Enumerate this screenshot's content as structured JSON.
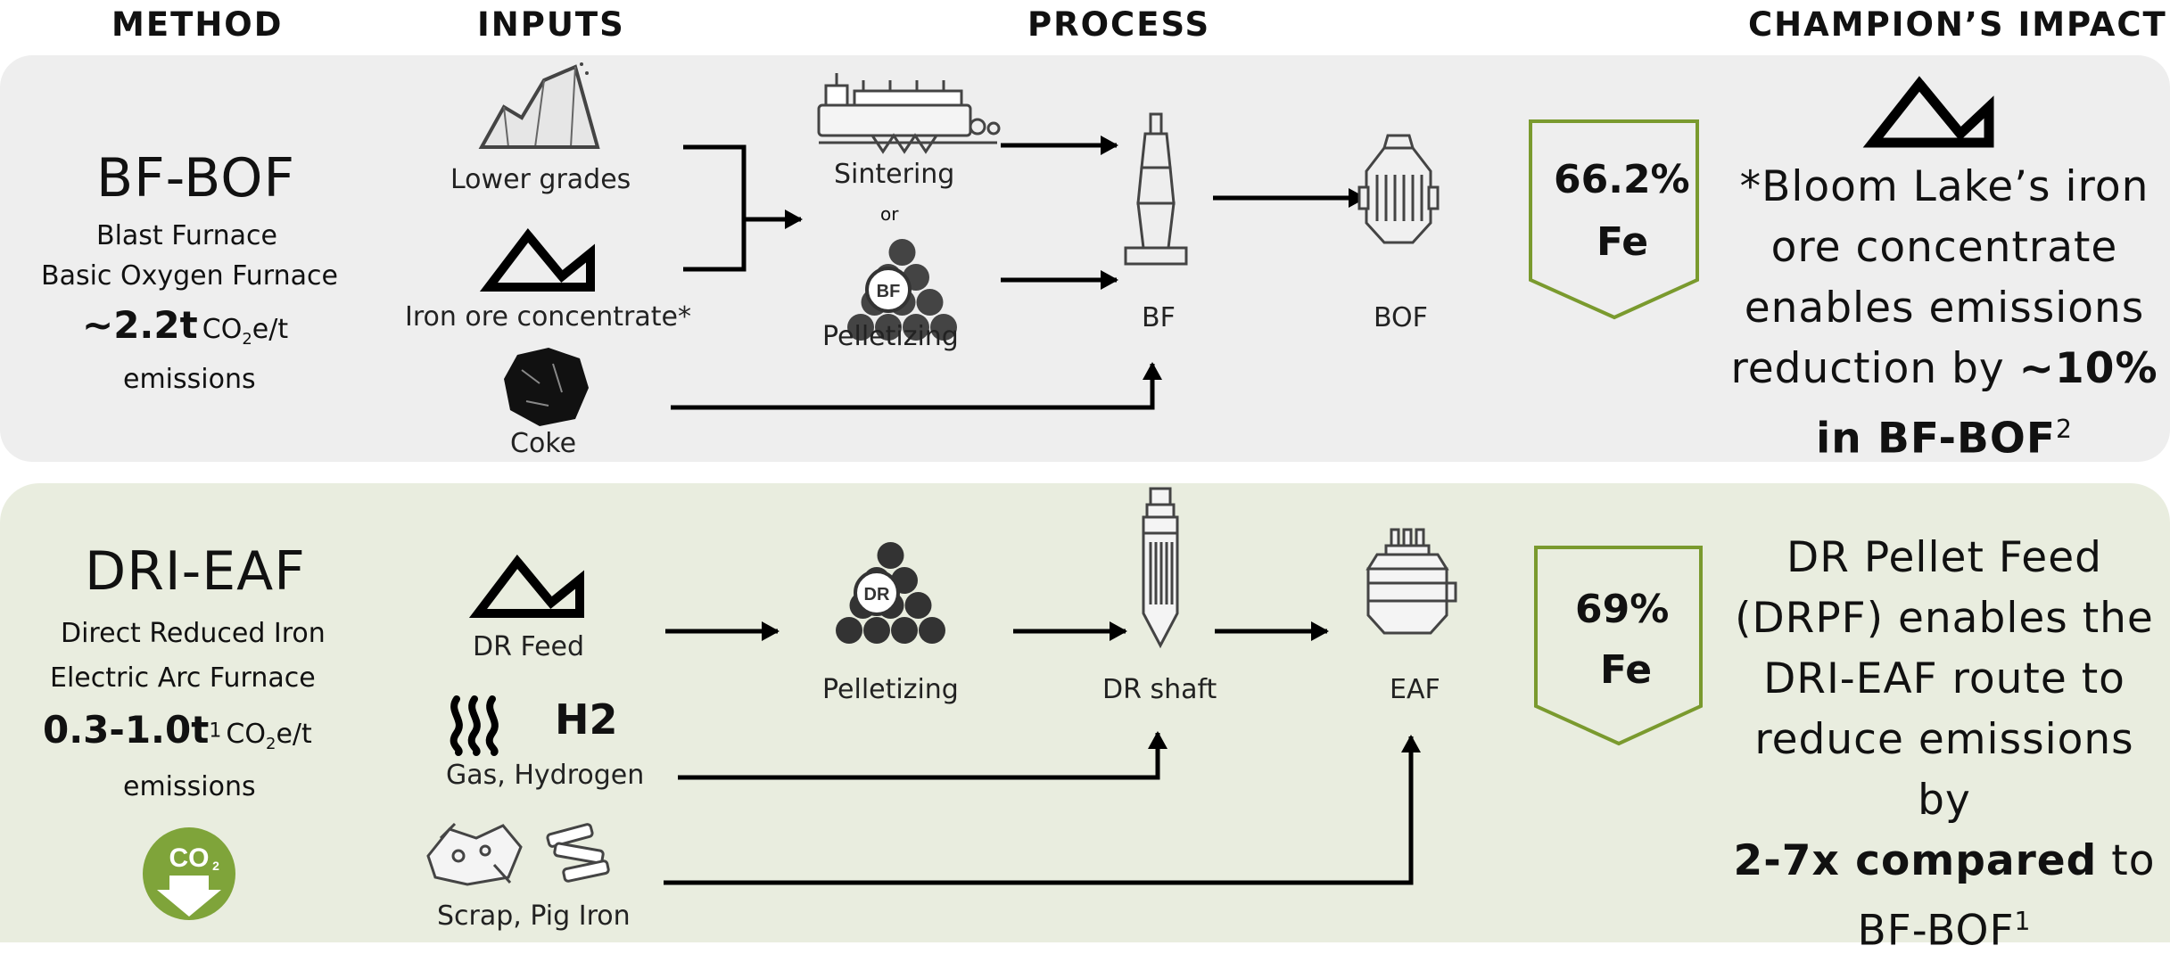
{
  "headers": {
    "method": "METHOD",
    "inputs": "INPUTS",
    "process": "PROCESS",
    "impact": "CHAMPION’S IMPACT"
  },
  "bf_bof": {
    "title": "BF-BOF",
    "line1": "Blast Furnace",
    "line2": "Basic Oxygen Furnace",
    "emissions_value": "~2.2t",
    "emissions_unit_a": "CO",
    "emissions_unit_sub": "2",
    "emissions_unit_b": "e/t",
    "emissions_label": "emissions",
    "inputs": [
      "Lower grades",
      "Iron ore concentrate*",
      "Coke"
    ],
    "process": {
      "sintering": "Sintering",
      "or": "or",
      "pelletizing": "Pelletizing",
      "pellet_badge": "BF",
      "bf": "BF",
      "bof": "BOF"
    },
    "fe_value": "66.2%",
    "fe_unit": "Fe",
    "impact": {
      "l1": "*Bloom Lake’s iron",
      "l2": "ore concentrate",
      "l3": "enables emissions",
      "l4a": "reduction by ",
      "l4b": "~10%",
      "l5a": "in BF-BOF",
      "l5sup": "2"
    }
  },
  "dri_eaf": {
    "title": "DRI-EAF",
    "line1": "Direct Reduced Iron",
    "line2": "Electric Arc Furnace",
    "emissions_value": "0.3-1.0t",
    "emissions_sup": "1",
    "emissions_unit_a": "CO",
    "emissions_unit_sub": "2",
    "emissions_unit_b": "e/t",
    "emissions_label": "emissions",
    "co2_badge": "CO2",
    "inputs": [
      "DR Feed",
      "Gas, Hydrogen",
      "Scrap, Pig Iron"
    ],
    "h2": "H2",
    "process": {
      "pelletizing": "Pelletizing",
      "pellet_badge": "DR",
      "shaft": "DR shaft",
      "eaf": "EAF"
    },
    "fe_value": "69%",
    "fe_unit": "Fe",
    "impact": {
      "l1": "DR Pellet Feed",
      "l2": "(DRPF) enables the",
      "l3": "DRI-EAF route to",
      "l4": "reduce emissions by",
      "l5a": "2-7x compared",
      "l5b": " to",
      "l6a": "BF-BOF",
      "l6sup": "1"
    }
  },
  "colors": {
    "green": "#7a9a2e",
    "panel_bf": "#eeeeee",
    "panel_dri": "#e9eddf",
    "co2_green": "#7fa43a"
  }
}
